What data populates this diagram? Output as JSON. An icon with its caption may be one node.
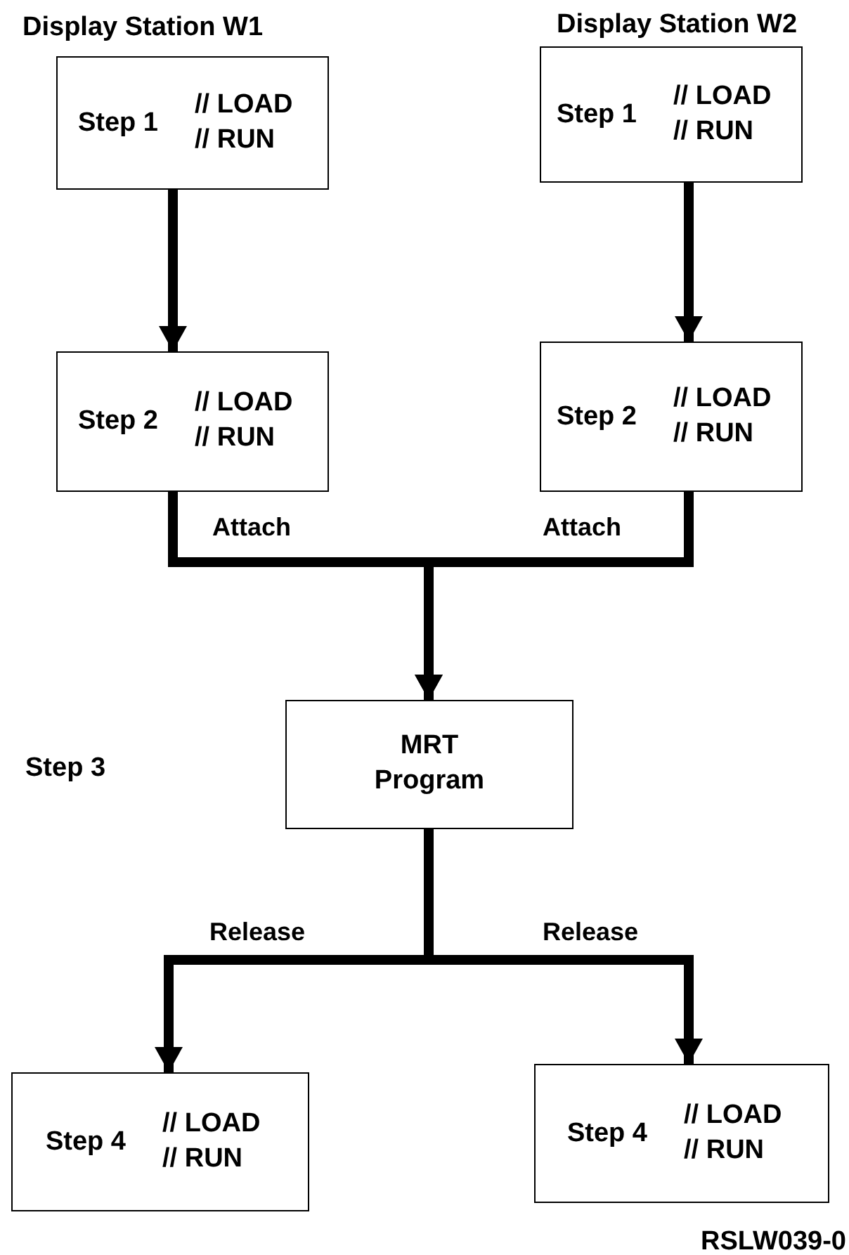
{
  "diagram": {
    "nodes": [
      {
        "text": [
          "Step 1",
          "// LOAD // RUN"
        ]
      },
      {
        "text": [
          "Step 1",
          "// LOAD // RUN"
        ]
      },
      {
        "text": [
          "Step 2",
          "// LOAD // RUN"
        ]
      },
      {
        "text": [
          "Step 2",
          "// LOAD // RUN"
        ]
      },
      {
        "text": [
          "MRT Program"
        ]
      },
      {
        "text": [
          "Step 4",
          "// LOAD // RUN"
        ]
      },
      {
        "text": [
          "Step 4",
          "// LOAD // RUN"
        ]
      }
    ],
    "edges": [
      {
        "from": 0,
        "to": 2,
        "arrow": "to"
      },
      {
        "from": 1,
        "to": 3,
        "arrow": "to"
      },
      {
        "from": 2,
        "to": 4,
        "arrow": "to",
        "label": "Attach"
      },
      {
        "from": 3,
        "to": 4,
        "arrow": "to",
        "label": "Attach"
      },
      {
        "from": 4,
        "to": 5,
        "arrow": "to",
        "label": "Release"
      },
      {
        "from": 4,
        "to": 6,
        "arrow": "to",
        "label": "Release"
      }
    ],
    "labels": [
      "Display Station W1",
      "Display Station W2",
      "Step 3",
      "RSLW039-0"
    ]
  }
}
